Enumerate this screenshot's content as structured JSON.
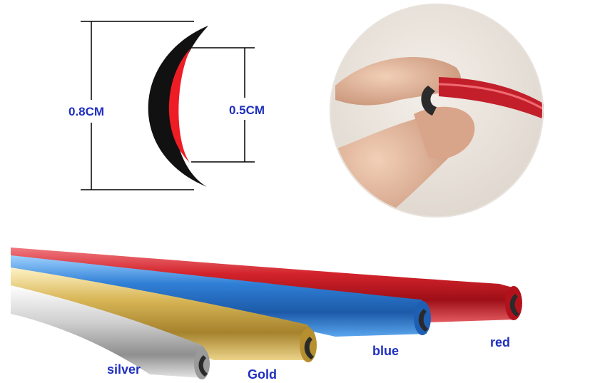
{
  "diagram": {
    "outer_height_label": "0.8CM",
    "inner_height_label": "0.5CM",
    "label_color": "#1f2fbf"
  },
  "strips": [
    {
      "name": "red",
      "label": "red",
      "color": "#d3232b"
    },
    {
      "name": "blue",
      "label": "blue",
      "color": "#2f7fd6"
    },
    {
      "name": "gold",
      "label": "Gold",
      "color": "#d8b657"
    },
    {
      "name": "silver",
      "label": "silver",
      "color": "#c9c9c9"
    }
  ],
  "label_color": "#1f2fbf"
}
